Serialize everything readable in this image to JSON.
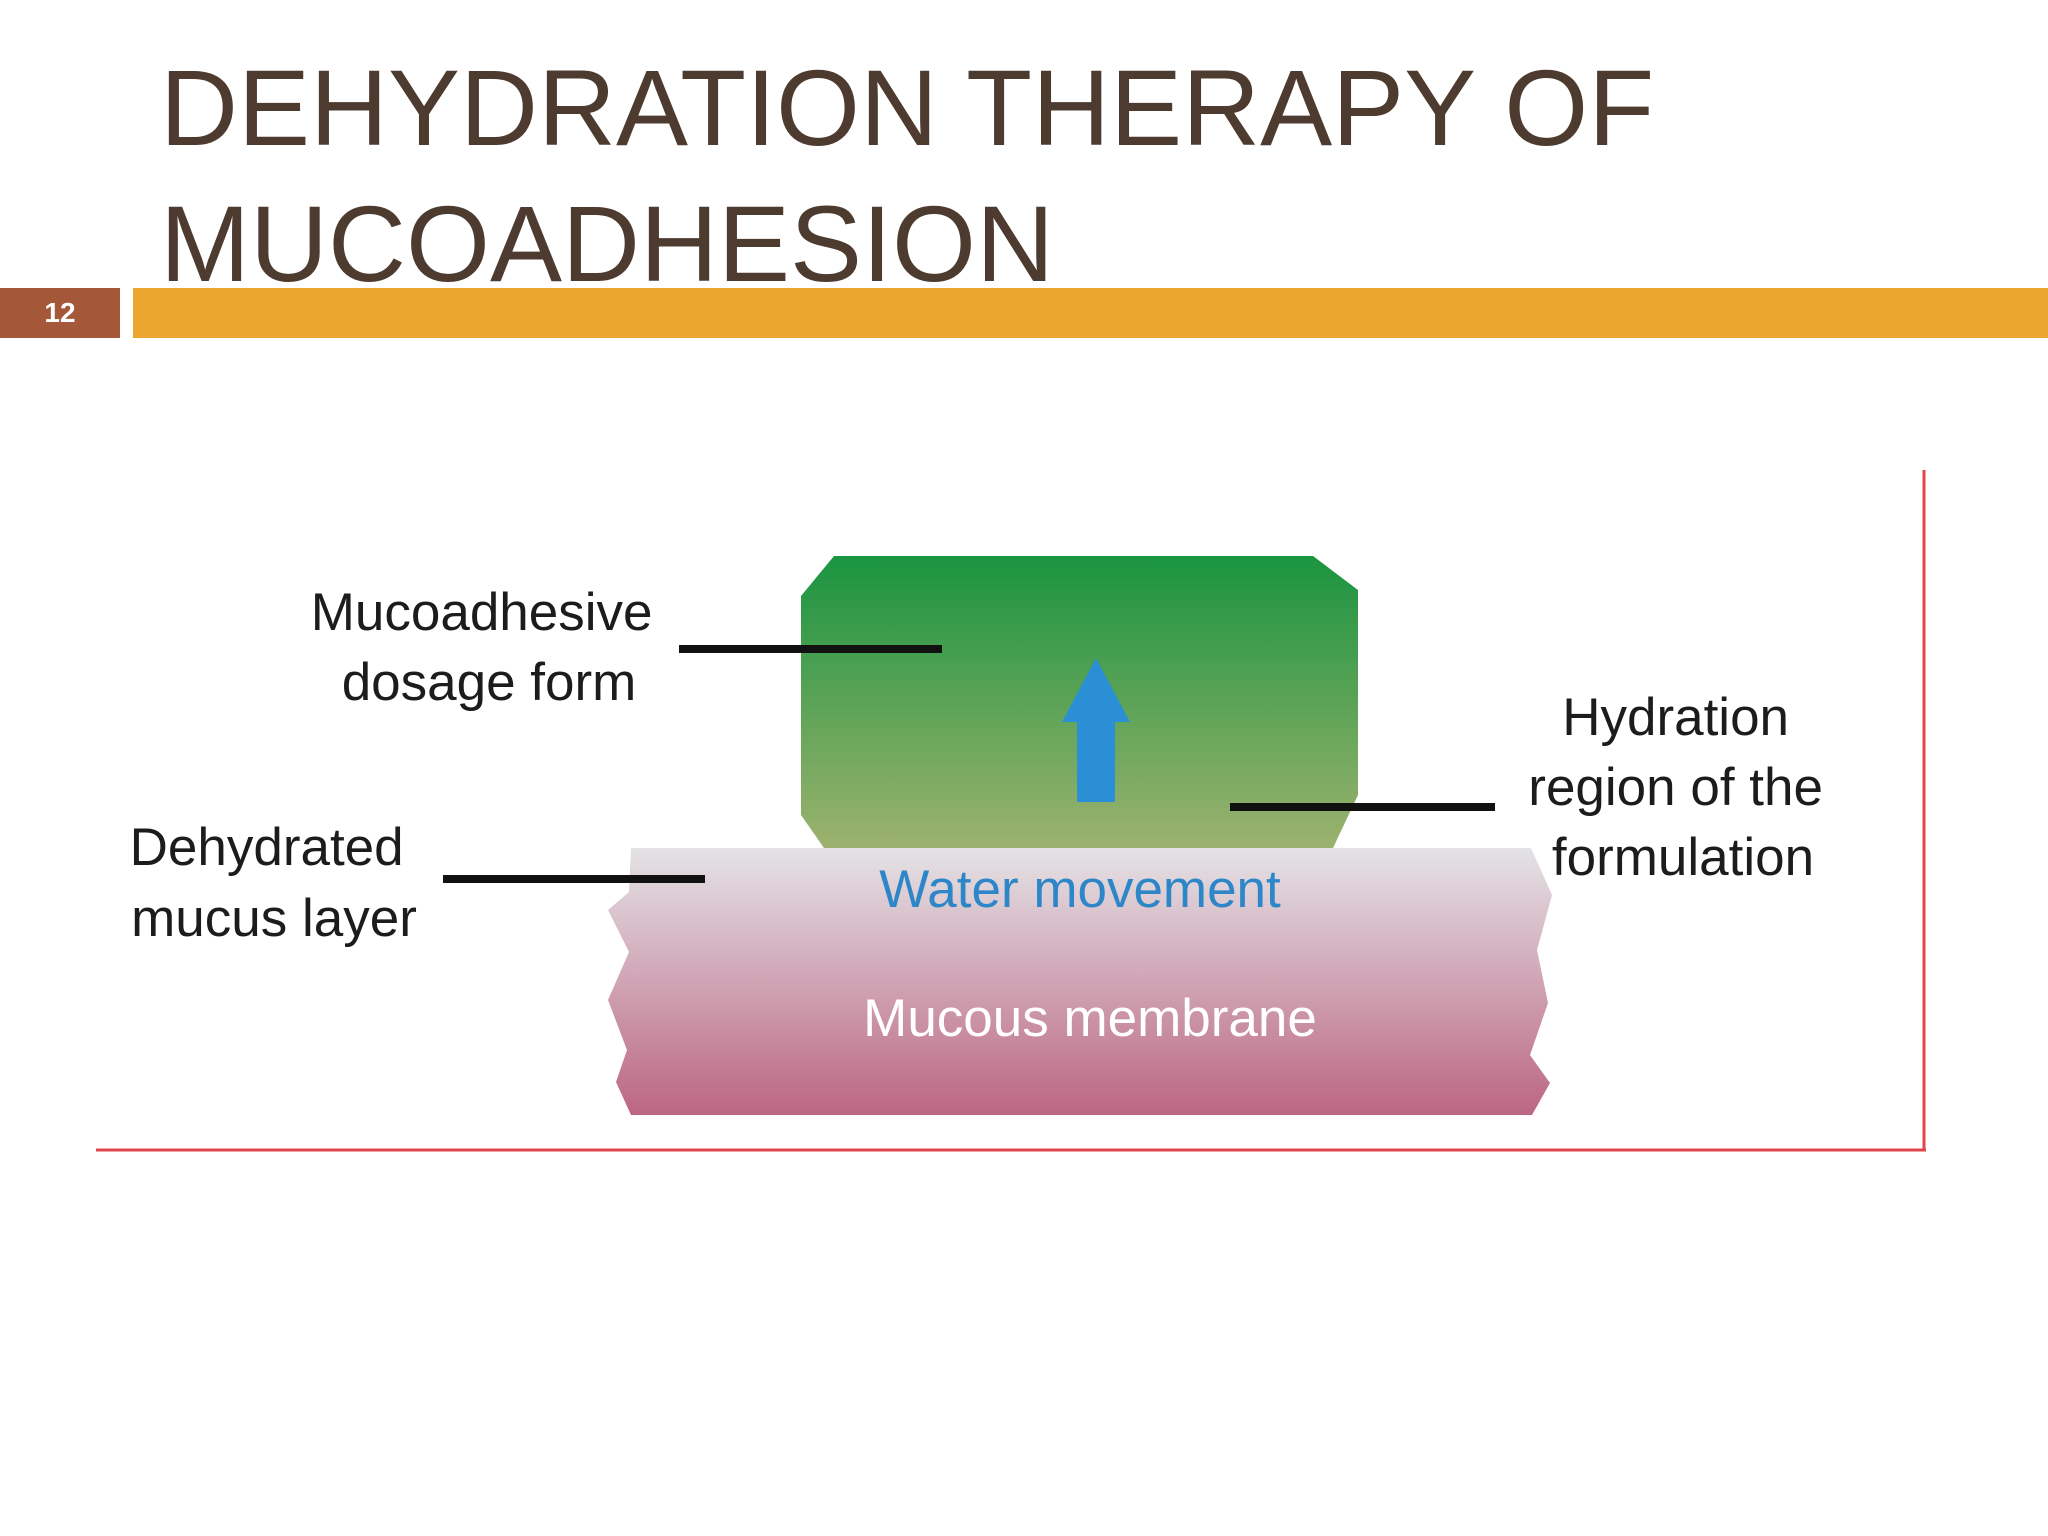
{
  "slide": {
    "title_lines": [
      "DEHYDRATION THERAPY OF",
      "MUCOADHESION"
    ],
    "number": "12"
  },
  "diagram": {
    "labels": {
      "dosage_form": [
        "Mucoadhesive",
        "dosage form"
      ],
      "mucus_layer": [
        "Dehydrated",
        "mucus layer"
      ],
      "hydration_region": [
        "Hydration",
        "region of the",
        "formulation"
      ],
      "water_movement": "Water movement",
      "membrane": "Mucous membrane"
    },
    "colors": {
      "title": "#4e3b30",
      "slide_number_bg": "#a5573a",
      "accent_bar": "#eba630",
      "frame_border": "#e0474c",
      "dosage_form_top": "#1a9440",
      "dosage_form_bottom": "#9cb26e",
      "membrane_top": "#e4e3e6",
      "membrane_bottom": "#bc6683",
      "arrow": "#2a8fd4",
      "water_text": "#2d86c8",
      "label_text": "#1c1c1c",
      "leader_line": "#111111"
    }
  }
}
